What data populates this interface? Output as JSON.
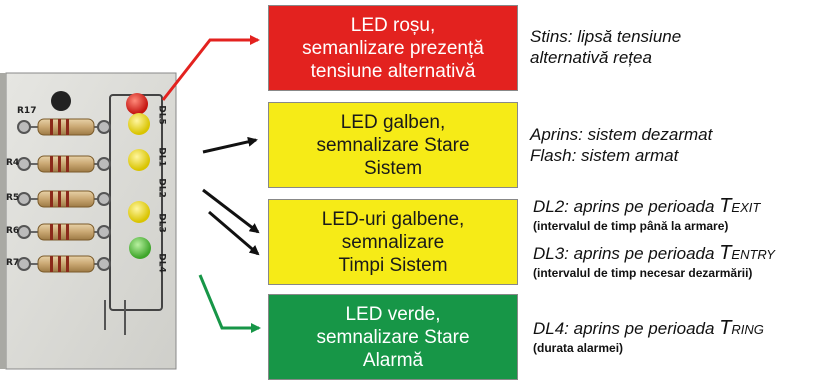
{
  "boxes": {
    "red": {
      "lines": [
        "LED roșu,",
        "semanlizare prezență",
        "tensiune alternativă"
      ],
      "color": "#e3221f"
    },
    "yellow1": {
      "lines": [
        "LED galben,",
        "semnalizare Stare",
        "Sistem"
      ],
      "color": "#f6eb17"
    },
    "yellow2": {
      "lines": [
        "LED-uri  galbene,",
        "semnalizare",
        "Timpi Sistem"
      ],
      "color": "#f6eb17"
    },
    "green": {
      "lines": [
        "LED verde,",
        "semnalizare Stare",
        "Alarmă"
      ],
      "color": "#179647"
    }
  },
  "notes": {
    "red": [
      "Stins: lipsă tensiune",
      "alternativă rețea"
    ],
    "yellow1": [
      "Aprins: sistem dezarmat",
      "Flash: sistem armat"
    ],
    "dl2": {
      "prefix": "DL2: aprins pe perioada ",
      "term_first": "T",
      "term_rest": "EXIT",
      "detail": "(intervalul de timp până la armare)"
    },
    "dl3": {
      "prefix": "DL3: aprins pe perioada ",
      "term_first": "T",
      "term_rest": "ENTRY",
      "detail": "(intervalul de timp necesar dezarmării)"
    },
    "dl4": {
      "prefix": "DL4: aprins pe perioada ",
      "term_first": "T",
      "term_rest": "RING",
      "detail": "(durata alarmei)"
    }
  },
  "photo": {
    "resistor_label": "R17",
    "led_labels": [
      "DL5",
      "DL1",
      "DL2",
      "DL3",
      "DL4"
    ],
    "row_labels": [
      "R4",
      "R5",
      "R6",
      "R7"
    ]
  },
  "arrow_colors": {
    "red": "#e3221f",
    "black": "#111111",
    "green": "#179647"
  }
}
